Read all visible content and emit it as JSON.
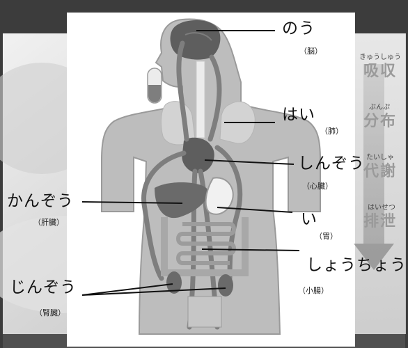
{
  "organs": {
    "brain": {
      "kana": "のう",
      "kanji": "（脳）"
    },
    "lungs": {
      "kana": "はい",
      "kanji": "（肺）"
    },
    "heart": {
      "kana": "しんぞう",
      "kanji": "（心臓）"
    },
    "liver": {
      "kana": "かんぞう",
      "kanji": "（肝臓）"
    },
    "stomach": {
      "kana": "い",
      "kanji": "（胃）"
    },
    "small_intestine": {
      "kana": "しょうちょう",
      "kanji": "（小腸）"
    },
    "kidneys": {
      "kana": "じんぞう",
      "kanji": "（腎臓）"
    }
  },
  "process": [
    {
      "ruby": "きゅうしゅう",
      "label": "吸収"
    },
    {
      "ruby": "ぶんぷ",
      "label": "分布"
    },
    {
      "ruby": "たいしゃ",
      "label": "代謝"
    },
    {
      "ruby": "はいせつ",
      "label": "排泄"
    }
  ],
  "colors": {
    "organ_dark": "#5e5e5e",
    "organ_light": "#b5b5b5",
    "body_fill": "#bdbdbd",
    "process_text": "#9a9a9a"
  },
  "icons": {
    "pill": "capsule-icon",
    "arrow": "down-arrow-icon"
  }
}
